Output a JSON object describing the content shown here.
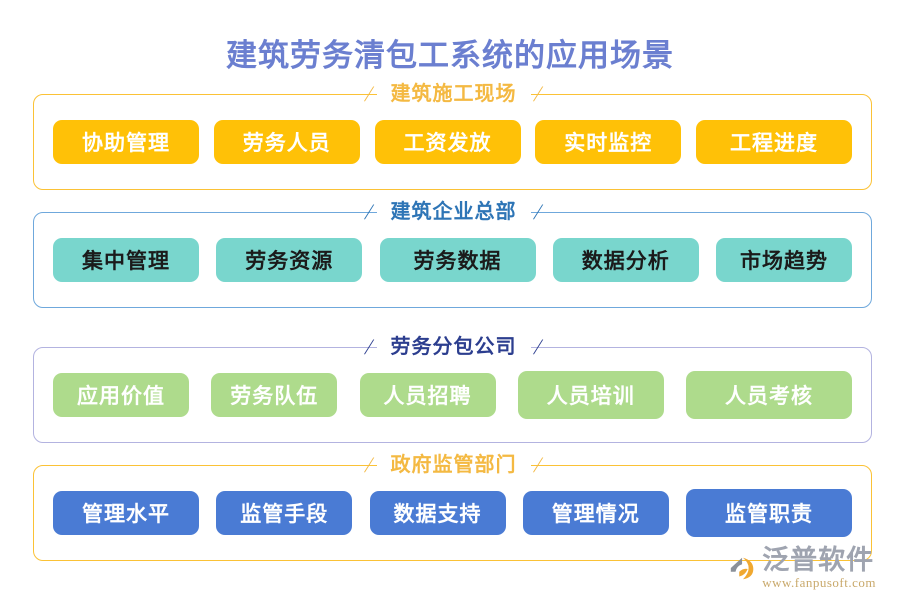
{
  "title": "建筑劳务清包工系统的应用场景",
  "colors": {
    "title": "#6B7FD0",
    "amber": "#FFC107",
    "teal": "#79D6CD",
    "green": "#AEDB8C",
    "blue": "#4A7BD4",
    "border_amber": "#FBC236",
    "border_blue": "#6FA8DC",
    "border_purple": "#B3B3E0"
  },
  "sections": [
    {
      "header": "建筑施工现场",
      "slash_left": "/",
      "slash_right": "/",
      "items": [
        "协助管理",
        "劳务人员",
        "工资发放",
        "实时监控",
        "工程进度"
      ]
    },
    {
      "header": "建筑企业总部",
      "slash_left": "/",
      "slash_right": "/",
      "items": [
        "集中管理",
        "劳务资源",
        "劳务数据",
        "数据分析",
        "市场趋势"
      ]
    },
    {
      "header": "劳务分包公司",
      "slash_left": "/",
      "slash_right": "/",
      "items": [
        "应用价值",
        "劳务队伍",
        "人员招聘",
        "人员培训",
        "人员考核"
      ]
    },
    {
      "header": "政府监管部门",
      "slash_left": "/",
      "slash_right": "/",
      "items": [
        "管理水平",
        "监管手段",
        "数据支持",
        "管理情况",
        "监管职责"
      ]
    }
  ],
  "logo": {
    "name": "泛普软件",
    "url": "www.fanpusoft.com"
  }
}
